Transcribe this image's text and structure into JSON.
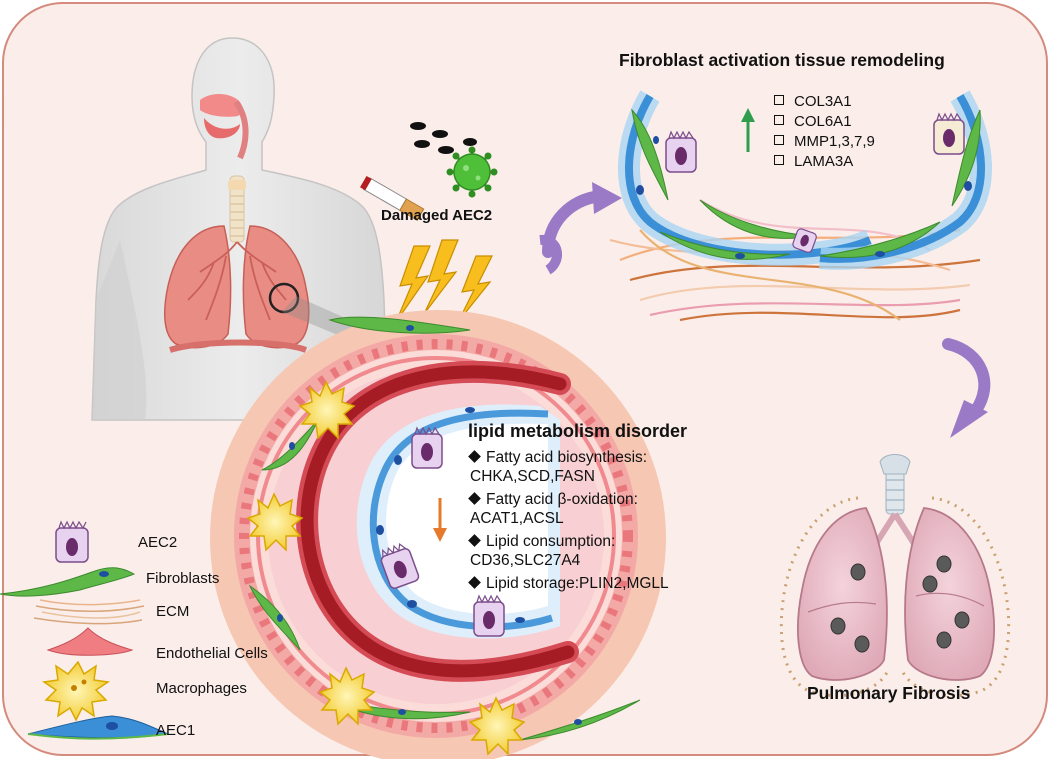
{
  "titles": {
    "damaged": "Damaged AEC2",
    "fibroblast_activation": "Fibroblast activation  tissue remodeling",
    "lipid": "lipid metabolism disorder",
    "pulmonary": "Pulmonary Fibrosis"
  },
  "genes": [
    "COL3A1",
    "COL6A1",
    "MMP1,3,7,9",
    "LAMA3A"
  ],
  "lipid_items": [
    {
      "head": "Fatty acid biosynthesis:",
      "genes": "CHKA,SCD,FASN"
    },
    {
      "head": "Fatty acid β-oxidation:",
      "genes": "ACAT1,ACSL"
    },
    {
      "head": "Lipid consumption:",
      "genes": "CD36,SLC27A4"
    },
    {
      "head": "Lipid storage:PLIN2,MGLL",
      "genes": ""
    }
  ],
  "legend": [
    "AEC2",
    "Fibroblasts",
    "ECM",
    "Endothelial Cells",
    "Macrophages",
    "AEC1"
  ],
  "colors": {
    "frame_bg": "#fbeeea",
    "frame_border": "#d48a7c",
    "alveolus_outer": "#f6c7b3",
    "alveolus_inner": "#fbdcd8",
    "endothelial": "#f07d82",
    "vessel": "#a71e24",
    "aec1": "#3a8fd6",
    "fibroblast": "#5db847",
    "macrophage": "#f4d33a",
    "arrow": "#9a79c6",
    "up_arrow": "#2f9e4c",
    "down_arrow": "#e67a2a"
  }
}
